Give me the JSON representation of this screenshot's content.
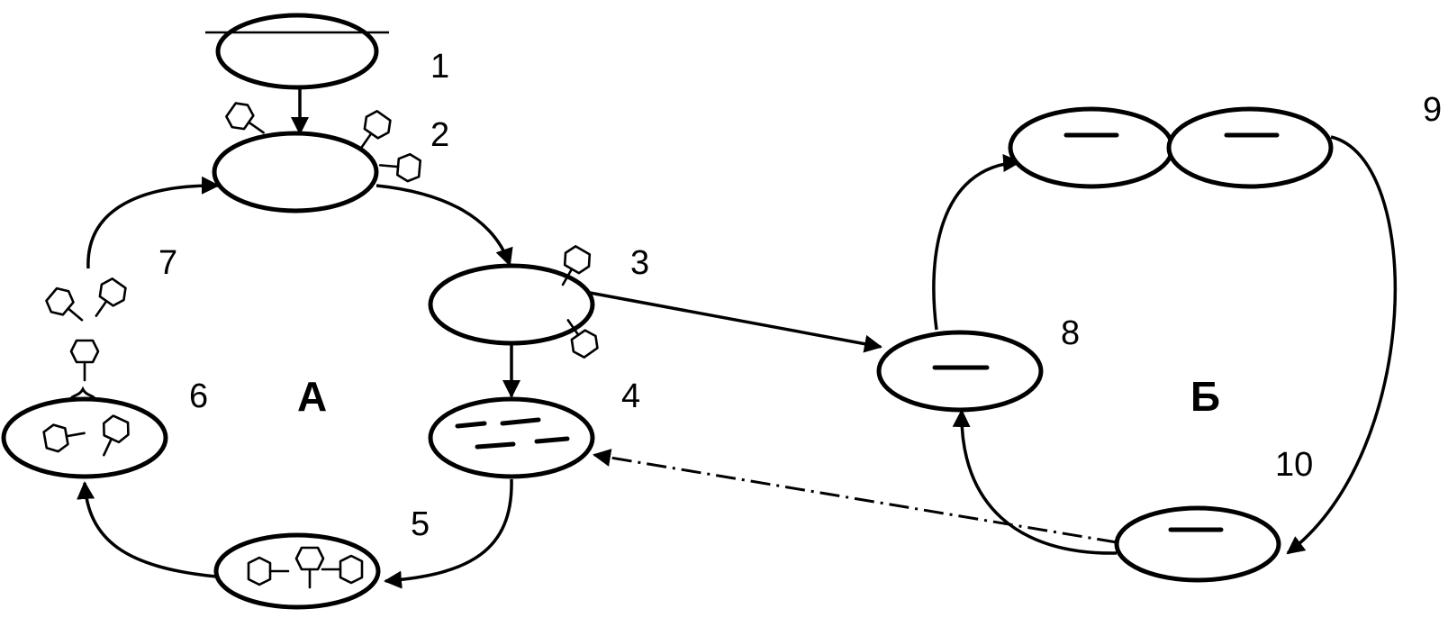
{
  "stage_labels": {
    "s1": "1",
    "s2": "2",
    "s3": "3",
    "s4": "4",
    "s5": "5",
    "s6": "6",
    "s7": "7",
    "s8": "8",
    "s9": "9",
    "s10": "10"
  },
  "cycle_labels": {
    "lytic": "А",
    "lysogenic": "Б"
  }
}
